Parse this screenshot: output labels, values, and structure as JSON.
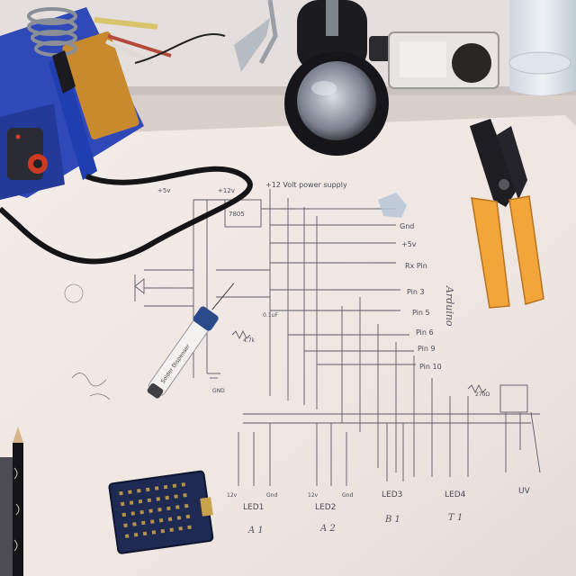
{
  "schematic": {
    "supply_note": "+12 Volt power supply",
    "left_rail_a": "+5v",
    "left_rail_b": "+12v",
    "regulator": "7805",
    "arduino_label": "Arduino",
    "pins": [
      "Gnd",
      "+5v",
      "Rx Pin",
      "Pin 3",
      "Pin 5",
      "Pin 6",
      "Pin 9",
      "Pin 10"
    ],
    "resistor_label": "4.7k",
    "resistor_label_2": "270Ω",
    "cap_label": "0.1uF",
    "gnd_label": "GND",
    "led_groups": [
      "LED1",
      "LED2",
      "LED3",
      "LED4",
      "UV"
    ],
    "led_pin_labels": [
      "12v",
      "Gnd"
    ],
    "area_labels": [
      "A 1",
      "A 2",
      "B 1",
      "T 1"
    ],
    "solder_tube_text": "Solder Dispenser"
  },
  "colors": {
    "paper": "#efe7e2",
    "iron_station": "#2f49b8",
    "pliers_handle": "#f2a63a",
    "pencil_line": "#5c5a66"
  }
}
